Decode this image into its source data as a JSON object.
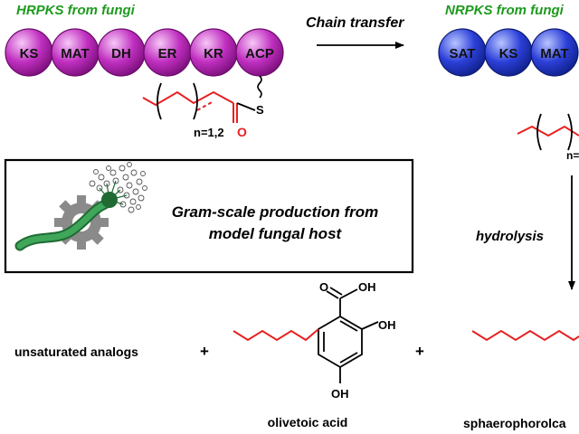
{
  "headers": {
    "hrpks": "HRPKS from fungi",
    "nrpks": "NRPKS from fungi"
  },
  "hrpks_domains": [
    "KS",
    "MAT",
    "DH",
    "ER",
    "KR",
    "ACP"
  ],
  "nrpks_domains": [
    "SAT",
    "KS",
    "MAT"
  ],
  "chain_transfer": "Chain transfer",
  "repeat_unit": "n=1,2",
  "repeat_unit_right": "n=",
  "atom_S": "S",
  "atom_O": "O",
  "hydrolysis": "hydrolysis",
  "box_text": {
    "line1": "Gram-scale production from",
    "line2": "model fungal host"
  },
  "products": {
    "analogs": "unsaturated analogs",
    "plus": "+",
    "olivetoic": "olivetoic acid",
    "sphaero": "sphaerophorolca"
  },
  "olivetoic_atoms": {
    "oh_cooh": "OH",
    "o_carbonyl": "O",
    "oh_ring_right": "OH",
    "oh_ring_bottom": "OH"
  },
  "colors": {
    "header_green": "#1d9a1d",
    "hrpks_purple": "#c02fc0",
    "nrpks_blue": "#2b3fd8",
    "chain_red": "#e82020",
    "fungus_green": "#3fa65a",
    "gear_gray": "#8a8a8a"
  }
}
